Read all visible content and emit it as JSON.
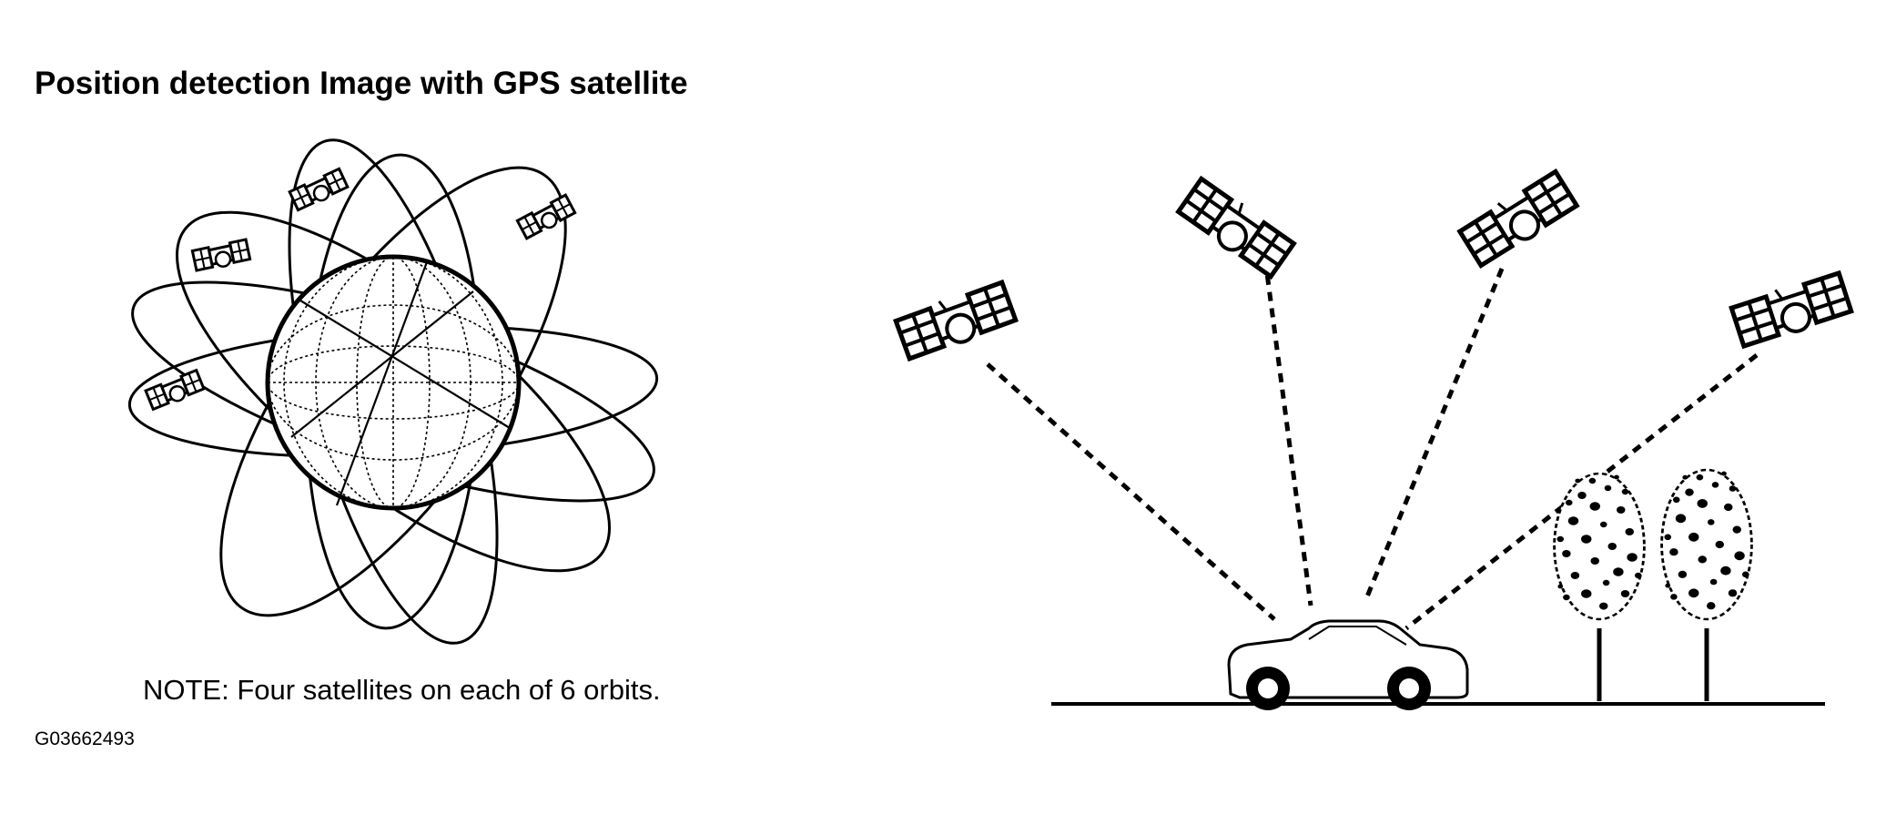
{
  "title": "Position detection Image with GPS satellite",
  "note": "NOTE: Four satellites on each of 6 orbits.",
  "figure_code": "G03662493",
  "colors": {
    "ink": "#000000",
    "background": "#ffffff"
  },
  "icons": [
    "globe-icon",
    "satellite-icon",
    "car-icon",
    "tree-icon"
  ]
}
